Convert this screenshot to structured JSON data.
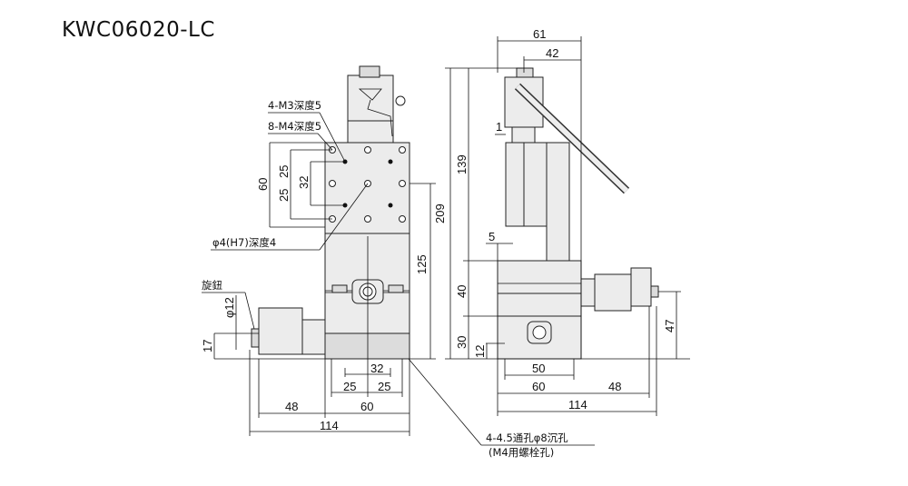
{
  "title": "KWC06020-LC",
  "front_view": {
    "callouts": {
      "m3": "4-M3深度5",
      "m4": "8-M4深度5",
      "pin": "φ4(H7)深度4",
      "knob": "旋鈕",
      "through_hole": "4-4.5通孔φ8沉孔",
      "bolt_hole": "(M4用螺栓孔)"
    },
    "dims": {
      "top_60": "60",
      "top_25a": "25",
      "top_25b": "25",
      "top_32": "32",
      "h_209": "209",
      "h_125": "125",
      "knob_d": "φ12",
      "knob_h": "17",
      "bot_32": "32",
      "bot_25a": "25",
      "bot_25b": "25",
      "w_48": "48",
      "w_60": "60",
      "w_114": "114"
    }
  },
  "side_view": {
    "dims": {
      "w_61": "61",
      "w_42": "42",
      "h_139": "139",
      "gap_1": "1",
      "gap_5": "5",
      "h_40": "40",
      "h_30": "30",
      "h_12": "12",
      "h_47": "47",
      "w_50": "50",
      "w_60": "60",
      "w_48": "48",
      "w_114": "114"
    }
  }
}
